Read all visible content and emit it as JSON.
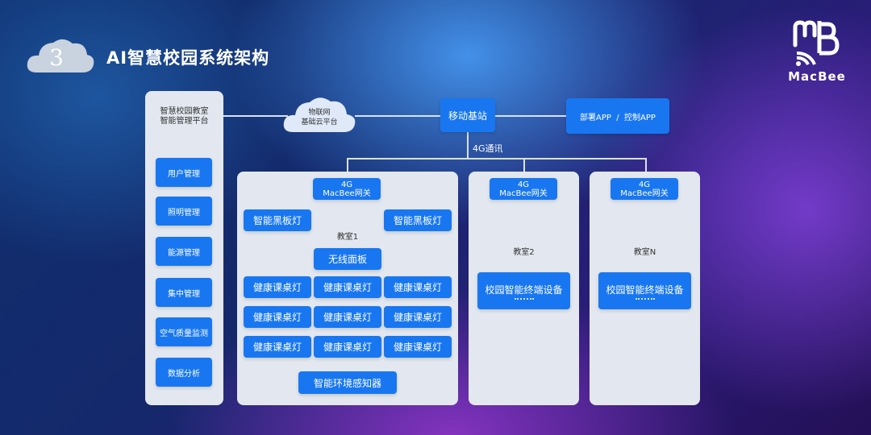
{
  "header": {
    "number": "3",
    "title": "AI智慧校园系统架构"
  },
  "logo": {
    "text": "MacBee"
  },
  "platform": {
    "title_line1": "智慧校园教室",
    "title_line2": "智能管理平台",
    "items": [
      "用户管理",
      "照明管理",
      "能源管理",
      "集中管理",
      "空气质量监测",
      "数据分析"
    ]
  },
  "cloud": {
    "line1": "物联网",
    "line2": "基础云平台"
  },
  "base_station": "移动基站",
  "app": "部署APP  /  控制APP",
  "comm_label": "4G通讯",
  "classroom1": {
    "gateway_line1": "4G",
    "gateway_line2": "MacBee网关",
    "label": "教室1",
    "blackboard_left": "智能黑板灯",
    "blackboard_right": "智能黑板灯",
    "wireless_panel": "无线面板",
    "desk_lamps": [
      "健康课桌灯",
      "健康课桌灯",
      "健康课桌灯",
      "健康课桌灯",
      "健康课桌灯",
      "健康课桌灯",
      "健康课桌灯",
      "健康课桌灯",
      "健康课桌灯"
    ],
    "sensor": "智能环境感知器"
  },
  "classroom2": {
    "gateway_line1": "4G",
    "gateway_line2": "MacBee网关",
    "label": "教室2",
    "terminal": "校园智能终端设备"
  },
  "classroomN": {
    "gateway_line1": "4G",
    "gateway_line2": "MacBee网关",
    "label": "教室N",
    "terminal": "校园智能终端设备"
  },
  "colors": {
    "button": "#1877f0",
    "panel": "#e3e8f0",
    "line": "#d8e2f0"
  }
}
